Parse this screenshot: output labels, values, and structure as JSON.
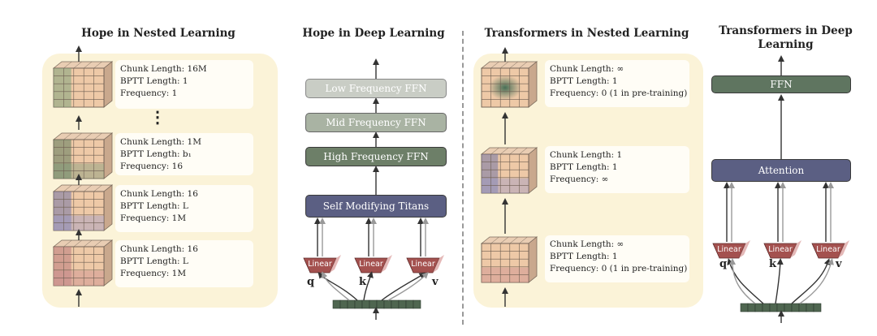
{
  "panels": {
    "hope_nested": {
      "title": "Hope in Nested Learning",
      "levels": [
        {
          "chunk": "Chunk Length: 16M",
          "bptt": "BPTT Length: 1",
          "freq": "Frequency: 1"
        },
        {
          "chunk": "Chunk Length: 1M",
          "bptt": "BPTT Length: b₁",
          "freq": "Frequency: 16"
        },
        {
          "chunk": "Chunk Length: 16",
          "bptt": "BPTT Length: L",
          "freq": "Frequency: 1M"
        },
        {
          "chunk": "Chunk Length: 16",
          "bptt": "BPTT Length: L",
          "freq": "Frequency: 1M"
        }
      ],
      "ellipsis": "⋮"
    },
    "hope_deep": {
      "title": "Hope in Deep Learning",
      "blocks": {
        "low": "Low Frequency FFN",
        "mid": "Mid Frequency FFN",
        "high": "High Frequency FFN",
        "titans": "Self Modifying Titans"
      },
      "linear": "Linear",
      "qkv": [
        "q",
        "k",
        "v"
      ]
    },
    "tf_nested": {
      "title": "Transformers in Nested Learning",
      "levels": [
        {
          "chunk": "Chunk Length: ∞",
          "bptt": "BPTT Length: 1",
          "freq": "Frequency: 0 (1 in pre-training)"
        },
        {
          "chunk": "Chunk Length: 1",
          "bptt": "BPTT Length: 1",
          "freq": "Frequency: ∞"
        },
        {
          "chunk": "Chunk Length: ∞",
          "bptt": "BPTT Length: 1",
          "freq": "Frequency: 0 (1 in pre-training)"
        }
      ]
    },
    "tf_deep": {
      "title": "Transformers in Deep Learning",
      "blocks": {
        "ffn": "FFN",
        "attention": "Attention"
      },
      "linear": "Linear",
      "qkv": [
        "q",
        "k",
        "v"
      ]
    }
  },
  "colors": {
    "panel_bg": "#fbf3d8",
    "low_ffn": "#c9cdc5",
    "mid_ffn": "#a9b3a3",
    "high_ffn": "#6d7f68",
    "titans": "#5b5f83",
    "linear": "#a4514f",
    "ffn": "#5f7560",
    "attention": "#5b5f83",
    "token_bar": "#4f6650"
  }
}
